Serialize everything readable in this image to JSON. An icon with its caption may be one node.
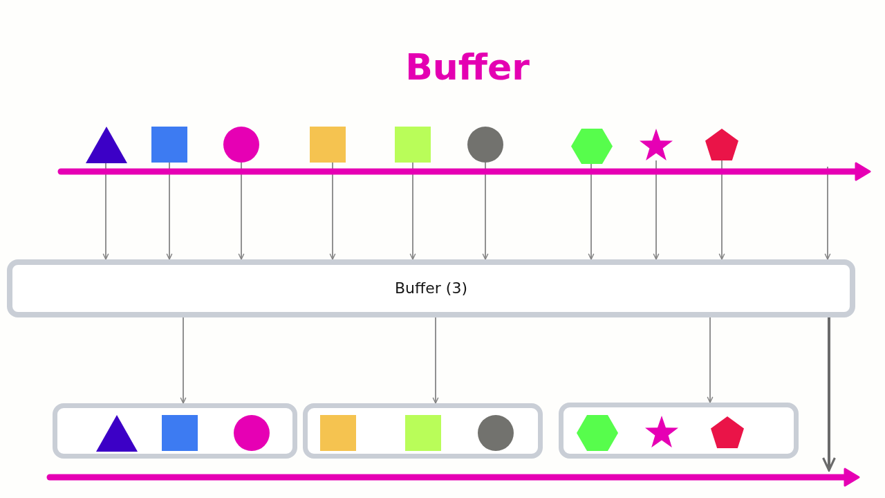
{
  "diagram": {
    "title": "Buffer",
    "nodes": [
      {
        "text": [],
        "shape": "triangle"
      },
      {
        "text": [],
        "shape": "square"
      },
      {
        "text": [],
        "shape": "circle"
      },
      {
        "text": [],
        "shape": "square"
      },
      {
        "text": [],
        "shape": "square"
      },
      {
        "text": [],
        "shape": "circle"
      },
      {
        "text": [],
        "shape": "hexagon"
      },
      {
        "text": [],
        "shape": "star"
      },
      {
        "text": [],
        "shape": "pentagon"
      },
      {
        "text": [
          "Buffer (3)"
        ]
      },
      {
        "text": [],
        "shape": "box"
      },
      {
        "text": [],
        "shape": "triangle",
        "in": 10
      },
      {
        "text": [],
        "shape": "square",
        "in": 10
      },
      {
        "text": [],
        "shape": "circle",
        "in": 10
      },
      {
        "text": [],
        "shape": "box"
      },
      {
        "text": [],
        "shape": "square",
        "in": 14
      },
      {
        "text": [],
        "shape": "square",
        "in": 14
      },
      {
        "text": [],
        "shape": "circle",
        "in": 14
      },
      {
        "text": [],
        "shape": "box"
      },
      {
        "text": [],
        "shape": "hexagon",
        "in": 18
      },
      {
        "text": [],
        "shape": "star",
        "in": 18
      },
      {
        "text": [],
        "shape": "pentagon",
        "in": 18
      }
    ],
    "edges": [
      {
        "from": 0,
        "to": 9,
        "arrow": "to"
      },
      {
        "from": 1,
        "to": 9,
        "arrow": "to"
      },
      {
        "from": 2,
        "to": 9,
        "arrow": "to"
      },
      {
        "from": 3,
        "to": 9,
        "arrow": "to"
      },
      {
        "from": 4,
        "to": 9,
        "arrow": "to"
      },
      {
        "from": 5,
        "to": 9,
        "arrow": "to"
      },
      {
        "from": 6,
        "to": 9,
        "arrow": "to"
      },
      {
        "from": 7,
        "to": 9,
        "arrow": "to"
      },
      {
        "from": 8,
        "to": 9,
        "arrow": "to"
      },
      {
        "from": null,
        "to": 9,
        "arrow": "to"
      },
      {
        "from": 9,
        "to": 10,
        "arrow": "to"
      },
      {
        "from": 9,
        "to": 14,
        "arrow": "to"
      },
      {
        "from": 9,
        "to": 18,
        "arrow": "to"
      },
      {
        "from": 9,
        "to": null,
        "arrow": "to",
        "style": "thick"
      }
    ]
  }
}
